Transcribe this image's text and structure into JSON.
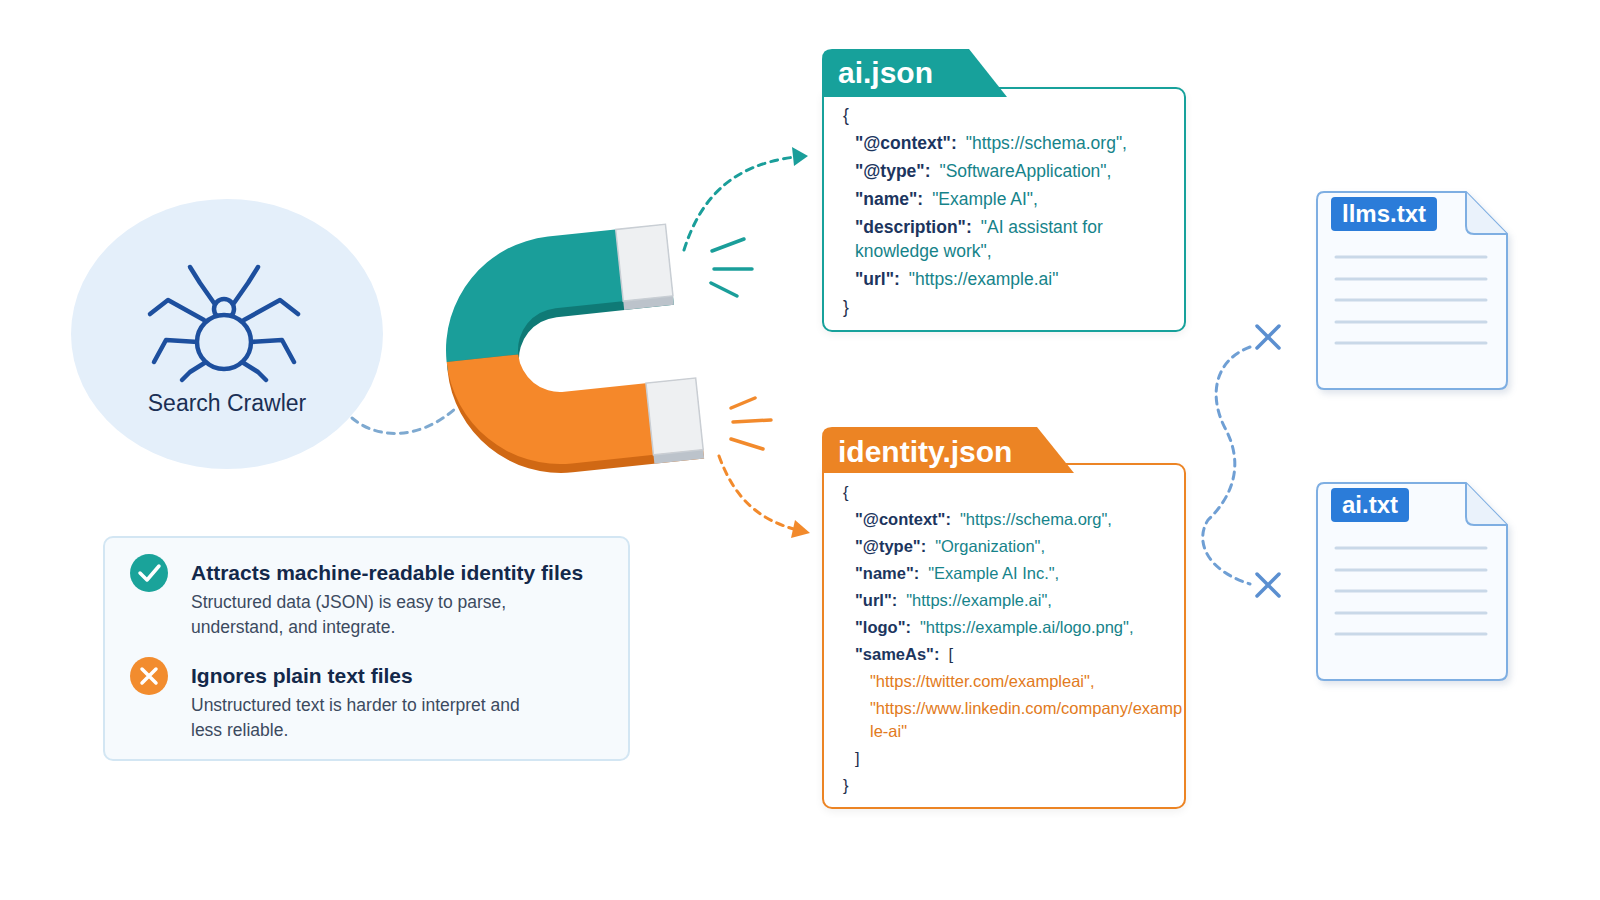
{
  "diagram": {
    "nodes": [
      {
        "text": [
          "Search Crawler"
        ]
      },
      {
        "text": [
          "Attracts machine-readable identity files",
          "Structured data (JSON) is easy to parse, understand, and integrate.",
          "Ignores plain text files",
          "Unstructured text is harder to interpret and less reliable."
        ]
      },
      {
        "text": [
          "ai.json",
          "{",
          "\"@context\":",
          "\"https://schema.org\",",
          "\"@type\":",
          "\"SoftwareApplication\",",
          "\"name\":",
          "\"Example AI\",",
          "\"description\":",
          "\"AI assistant for knowledge work\",",
          "\"url\":",
          "\"https://example.ai\"",
          "}"
        ]
      },
      {
        "text": [
          "identity.json",
          "{",
          "\"@context\":",
          "\"https://schema.org\",",
          "\"@type\":",
          "\"Organization\",",
          "\"name\":",
          "\"Example AI Inc.\",",
          "\"url\":",
          "\"https://example.ai\",",
          "\"logo\":",
          "\"https://example.ai/logo.png\",",
          "\"sameAs\":",
          "[",
          "\"https://twitter.com/exampleai\",",
          "\"https://www.linkedin.com/company/example-ai\"",
          "]",
          "}"
        ]
      },
      {
        "text": [
          "llms.txt"
        ]
      },
      {
        "text": [
          "ai.txt"
        ]
      }
    ]
  }
}
